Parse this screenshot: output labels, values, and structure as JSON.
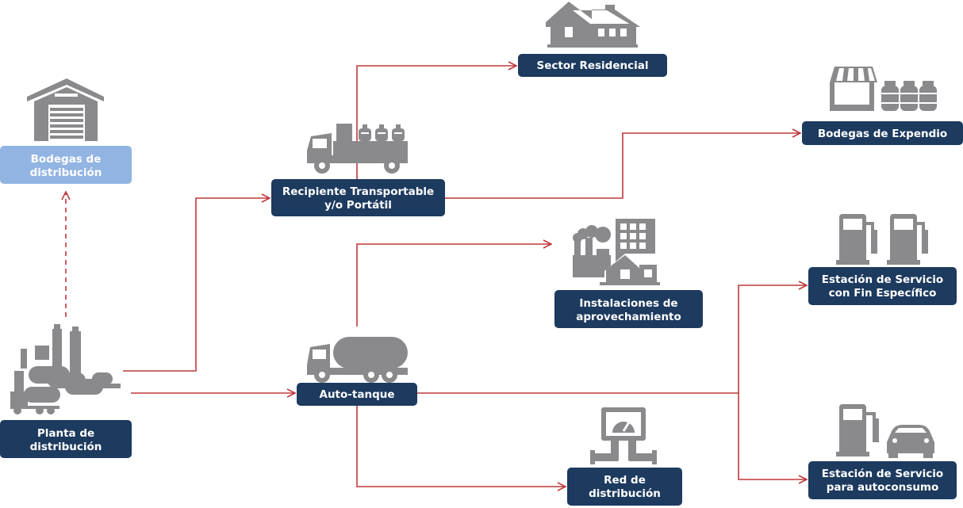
{
  "colors": {
    "box_dark": "#1d3a5f",
    "box_light": "#92b4e2",
    "icon_gray": "#8a8a8d",
    "arrow_red": "#c0393b"
  },
  "nodes": {
    "bodegas_distribucion": {
      "line1": "Bodegas de",
      "line2": "distribución",
      "icon": "warehouse-icon"
    },
    "planta_distribucion": {
      "line1": "Planta de",
      "line2": "distribución",
      "icon": "plant-icon"
    },
    "recipiente": {
      "line1": "Recipiente Transportable",
      "line2": "y/o Portátil",
      "icon": "cylinder-truck-icon"
    },
    "auto_tanque": {
      "line1": "Auto-tanque",
      "icon": "tanker-truck-icon"
    },
    "sector_residencial": {
      "line1": "Sector Residencial",
      "icon": "house-icon"
    },
    "bodegas_expendio": {
      "line1": "Bodegas de Expendio",
      "icon": "shop-cylinders-icon"
    },
    "instalaciones": {
      "line1": "Instalaciones de",
      "line2": "aprovechamiento",
      "icon": "industry-icon"
    },
    "estacion_fin": {
      "line1": "Estación de Servicio",
      "line2": "con Fin Específico",
      "icon": "fuel-pumps-icon"
    },
    "estacion_auto": {
      "line1": "Estación de Servicio",
      "line2": "para autoconsumo",
      "icon": "fuel-pump-car-icon"
    },
    "red_distribucion": {
      "line1": "Red de",
      "line2": "distribución",
      "icon": "pipe-meter-icon"
    }
  }
}
